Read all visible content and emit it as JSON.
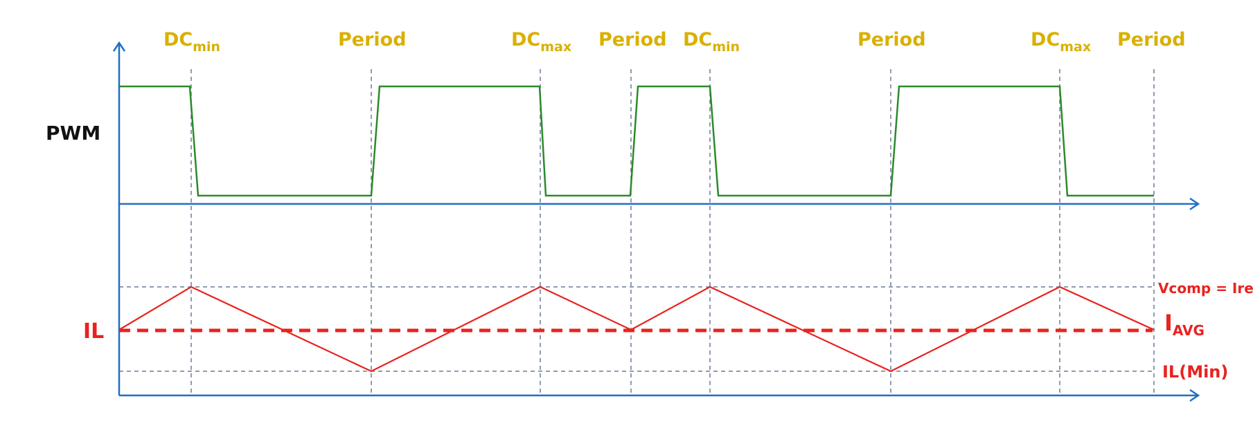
{
  "diagram": {
    "signal_labels": {
      "pwm": "PWM",
      "il": "IL"
    },
    "events": [
      {
        "main": "DC",
        "sub": "min"
      },
      {
        "main": "Period",
        "sub": ""
      },
      {
        "main": "DC",
        "sub": "max"
      },
      {
        "main": "Period",
        "sub": ""
      },
      {
        "main": "DC",
        "sub": "min"
      },
      {
        "main": "Period",
        "sub": ""
      },
      {
        "main": "DC",
        "sub": "max"
      },
      {
        "main": "Period",
        "sub": ""
      }
    ],
    "level_labels": {
      "vcomp": "Vcomp = Iref",
      "iavg_main": "I",
      "iavg_sub": "AVG",
      "ilmin": "IL(Min)"
    },
    "colors": {
      "axis": "#1f6fc5",
      "pwm": "#2a8a2a",
      "current": "#e8231f",
      "event_labels": "#d9b000",
      "guides": "#6b7a99"
    }
  }
}
